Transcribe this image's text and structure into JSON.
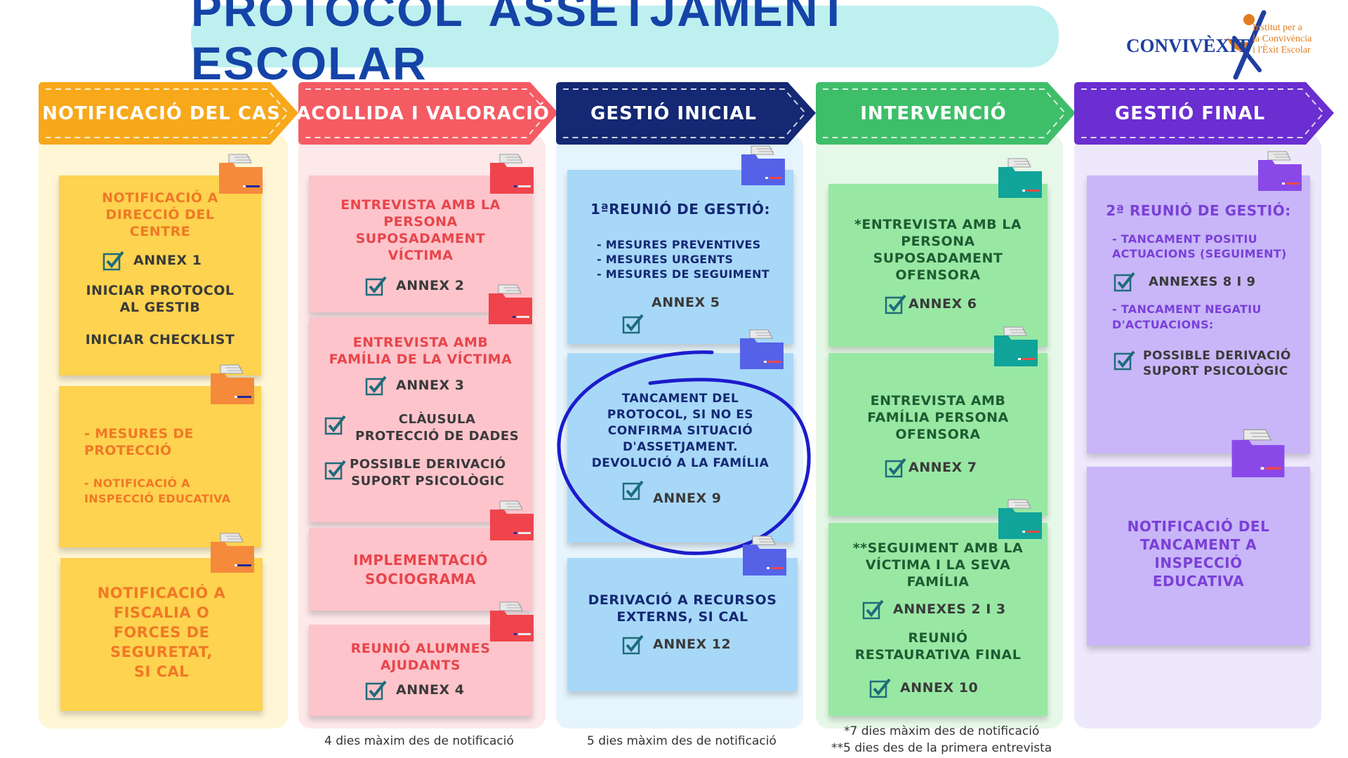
{
  "title": "PROTOCOL  ASSETJAMENT  ESCOLAR",
  "logo": {
    "brand": "CONVIVÈXIT",
    "institute_lines": [
      "Institut per a",
      "la Convivència",
      "i l'Èxit Escolar"
    ]
  },
  "colors": {
    "notificacio": "#f7a81b",
    "acollida": "#f45b63",
    "gestio_inicial": "#142873",
    "intervencio": "#3fbe6a",
    "gestio_final": "#6a2ed1"
  },
  "stages": [
    {
      "header": "NOTIFICACIÓ DEL CAS",
      "cards": [
        {
          "lines": [
            "NOTIFICACIÓ A",
            "DIRECCIÓ DEL",
            "CENTRE"
          ],
          "annex": "ANNEX 1",
          "extra": [
            "INICIAR PROTOCOL",
            "AL GESTIB"
          ],
          "extra2": "INICIAR CHECKLIST"
        },
        {
          "lines": [
            "- MESURES DE",
            "PROTECCIÓ"
          ],
          "lines2": [
            "- NOTIFICACIÓ A",
            "INSPECCIÓ EDUCATIVA"
          ]
        },
        {
          "lines": [
            "NOTIFICACIÓ A",
            "FISCALIA O",
            "FORCES DE",
            "SEGURETAT,",
            "SI CAL"
          ]
        }
      ]
    },
    {
      "header": "ACOLLIDA I VALORACIÓ",
      "cards": [
        {
          "lines": [
            "ENTREVISTA AMB LA",
            "PERSONA",
            "SUPOSADAMENT",
            "VÍCTIMA"
          ],
          "annex": "ANNEX 2"
        },
        {
          "lines": [
            "ENTREVISTA AMB",
            "FAMÍLIA DE LA  VÍCTIMA"
          ],
          "annex": "ANNEX 3",
          "check1": [
            "CLÀUSULA",
            "PROTECCIÓ DE DADES"
          ],
          "check2": [
            "POSSIBLE DERIVACIÓ",
            "SUPORT PSICOLÒGIC"
          ]
        },
        {
          "lines": [
            "IMPLEMENTACIÓ",
            "SOCIOGRAMA"
          ]
        },
        {
          "lines": [
            "REUNIÓ ALUMNES",
            "AJUDANTS"
          ],
          "annex": "ANNEX 4"
        }
      ],
      "footnote": "4 dies màxim des de notificació"
    },
    {
      "header": "GESTIÓ INICIAL",
      "cards": [
        {
          "title": "1ªREUNIÓ DE GESTIÓ:",
          "items": [
            "- MESURES PREVENTIVES",
            "- MESURES URGENTS",
            "- MESURES DE SEGUIMENT"
          ],
          "annex": "ANNEX 5"
        },
        {
          "lines": [
            "TANCAMENT DEL",
            "PROTOCOL,  SI NO ES",
            "CONFIRMA SITUACIÓ",
            "D'ASSETJAMENT.",
            "DEVOLUCIÓ A LA FAMÍLIA"
          ],
          "annex": "ANNEX 9"
        },
        {
          "lines": [
            "DERIVACIÓ A RECURSOS",
            "EXTERNS, SI CAL"
          ],
          "annex": "ANNEX 12"
        }
      ],
      "footnote": "5 dies màxim des de notificació"
    },
    {
      "header": "INTERVENCIÓ",
      "cards": [
        {
          "lines": [
            "*ENTREVISTA AMB LA",
            "PERSONA",
            "SUPOSADAMENT",
            "OFENSORA"
          ],
          "annex": "ANNEX 6"
        },
        {
          "lines": [
            "ENTREVISTA AMB",
            "FAMÍLIA PERSONA",
            "OFENSORA"
          ],
          "annex": "ANNEX 7"
        },
        {
          "lines": [
            "**SEGUIMENT AMB LA",
            "VÍCTIMA I LA SEVA",
            "FAMÍLIA"
          ],
          "annex": "ANNEXES 2 I 3",
          "extra": [
            "REUNIÓ",
            "RESTAURATIVA FINAL"
          ],
          "annex2": "ANNEX 10"
        }
      ],
      "footnotes": [
        "*7 dies màxim des de notificació",
        "**5 dies des de la primera entrevista"
      ]
    },
    {
      "header": "GESTIÓ FINAL",
      "cards": [
        {
          "title": "2ª REUNIÓ DE GESTIÓ:",
          "item1": [
            "- TANCAMENT POSITIU",
            "ACTUACIONS (SEGUIMENT)"
          ],
          "annex": "ANNEXES 8 I 9",
          "item2": [
            "- TANCAMENT NEGATIU",
            "D'ACTUACIONS:"
          ],
          "check": [
            "POSSIBLE DERIVACIÓ",
            "SUPORT PSICOLÒGIC"
          ]
        },
        {
          "lines": [
            "NOTIFICACIÓ DEL",
            "TANCAMENT A",
            "INSPECCIÓ",
            "EDUCATIVA"
          ]
        }
      ]
    }
  ]
}
